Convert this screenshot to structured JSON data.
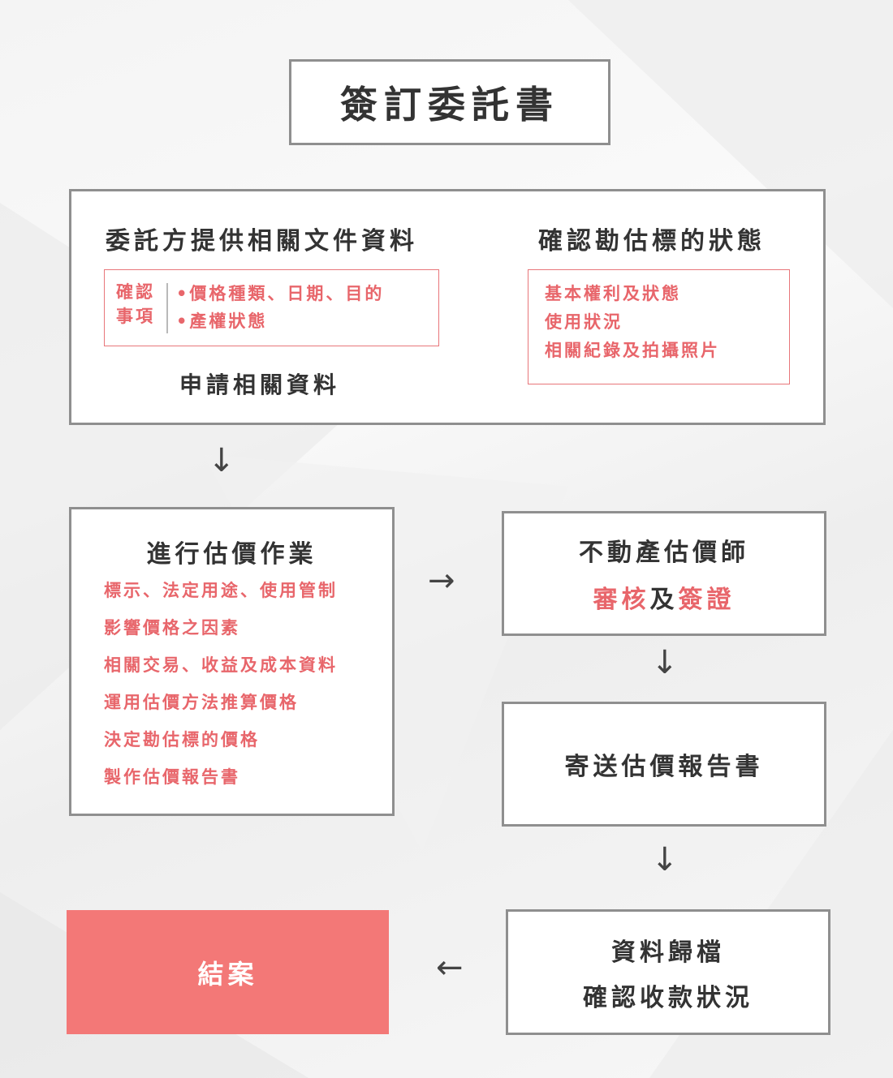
{
  "title": "簽訂委託書",
  "box1": {
    "left_heading": "委託方提供相關文件資料",
    "confirm_label_line1": "確認",
    "confirm_label_line2": "事項",
    "confirm_items": [
      "•價格種類、日期、目的",
      "•產權狀態"
    ],
    "left_footer": "申請相關資料",
    "right_heading": "確認勘估標的狀態",
    "right_items": [
      "基本權利及狀態",
      "使用狀況",
      "相關紀錄及拍攝照片"
    ]
  },
  "box2": {
    "heading": "進行估價作業",
    "items": [
      "標示、法定用途、使用管制",
      "影響價格之因素",
      "相關交易、收益及成本資料",
      "運用估價方法推算價格",
      "決定勘估標的價格",
      "製作估價報告書"
    ]
  },
  "box3": {
    "line1": "不動產估價師",
    "review": "審核",
    "and": "及",
    "sign": "簽證"
  },
  "box4": {
    "text": "寄送估價報告書"
  },
  "box5": {
    "line1": "資料歸檔",
    "line2": "確認收款狀況"
  },
  "close": {
    "text": "結案"
  },
  "arrows": {
    "down": "↓",
    "right": "→",
    "left": "←"
  },
  "colors": {
    "accent": "#e8666b",
    "close_bg": "#f37877",
    "border": "#8f8f8f"
  }
}
